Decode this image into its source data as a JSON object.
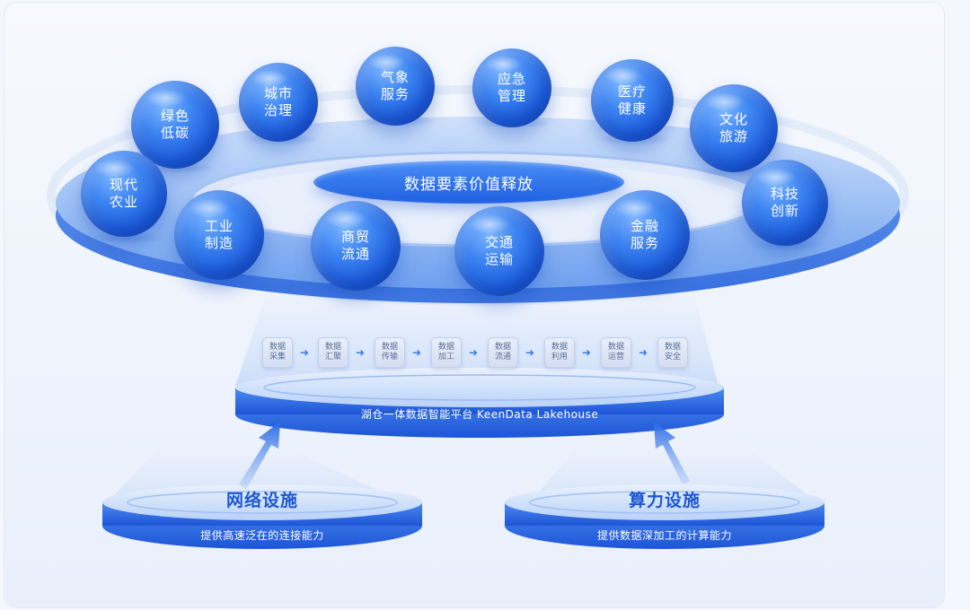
{
  "core": {
    "title": "数据要素价值释放"
  },
  "spheres": [
    {
      "label": "绿色低碳"
    },
    {
      "label": "城市治理"
    },
    {
      "label": "气象服务"
    },
    {
      "label": "应急管理"
    },
    {
      "label": "医疗健康"
    },
    {
      "label": "文化旅游"
    },
    {
      "label": "现代农业"
    },
    {
      "label": "科技创新"
    },
    {
      "label": "工业制造"
    },
    {
      "label": "商贸流通"
    },
    {
      "label": "交通运输"
    },
    {
      "label": "金融服务"
    }
  ],
  "pipeline": [
    {
      "label": "数据采集"
    },
    {
      "label": "数据汇聚"
    },
    {
      "label": "数据传输"
    },
    {
      "label": "数据加工"
    },
    {
      "label": "数据流通"
    },
    {
      "label": "数据利用"
    },
    {
      "label": "数据运营"
    },
    {
      "label": "数据安全"
    }
  ],
  "platform": {
    "label": "湖仓一体数据智能平台 KeenData Lakehouse"
  },
  "bases": [
    {
      "title": "网络设施",
      "subtitle": "提供高速泛在的连接能力"
    },
    {
      "title": "算力设施",
      "subtitle": "提供数据深加工的计算能力"
    }
  ],
  "colors": {
    "primary_blue": "#1f5fe0",
    "sphere_light": "#7db6ff",
    "background": "#f4f7fd",
    "title_blue": "#1d57cf"
  }
}
